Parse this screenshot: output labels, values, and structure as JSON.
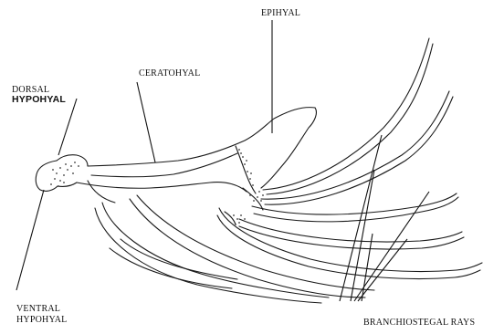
{
  "labels": {
    "epihyal": "EPIHYAL",
    "ceratohyal": "CERATOHYAL",
    "dorsal_hypohyal_line1": "DORSAL",
    "dorsal_hypohyal_line2": "HYPOHYAL",
    "ventral_hypohyal_line1": "VENTRAL",
    "ventral_hypohyal_line2": "HYPOHYAL",
    "branchiostegal_rays": "BRANCHIOSTEGAL RAYS"
  },
  "colors": {
    "ink": "#111111",
    "background": "#ffffff"
  }
}
